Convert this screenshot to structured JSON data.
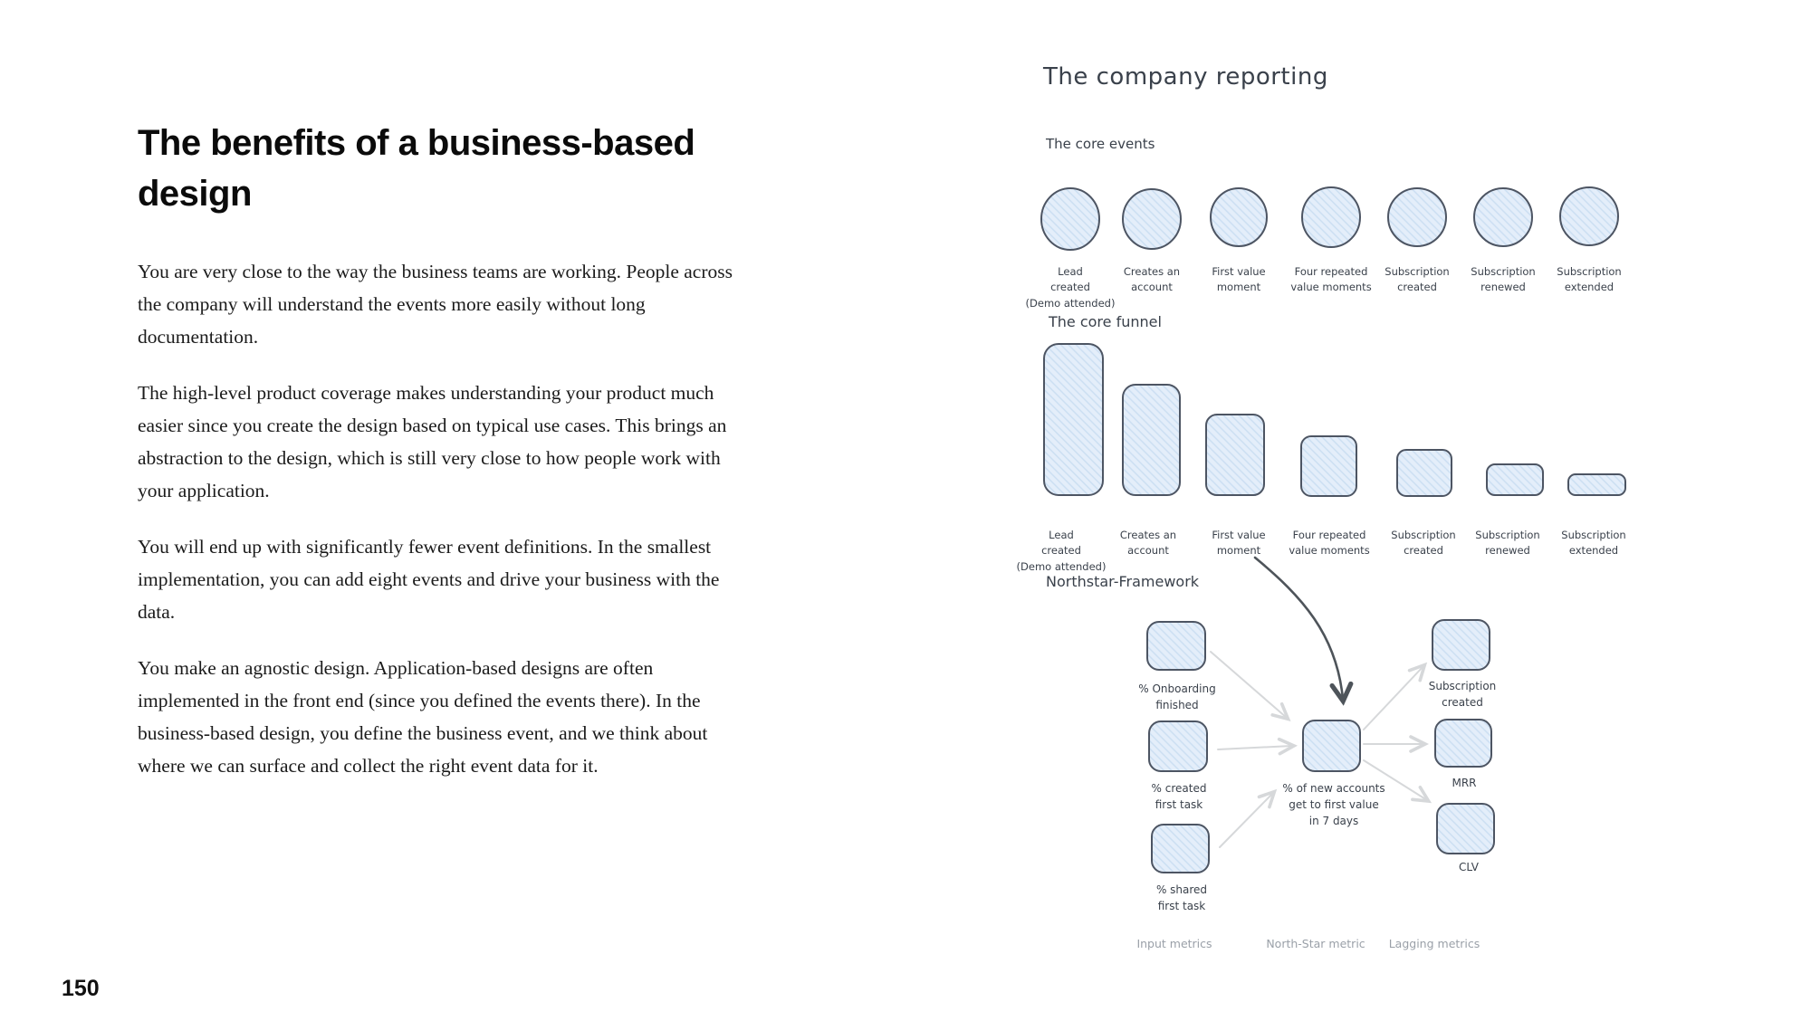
{
  "page": {
    "number": "150",
    "heading": "The benefits of a business-based design",
    "paragraphs": [
      "You are very close to the way the business teams are working. People across the company will understand the events more easily without long documentation.",
      "The high-level product coverage makes understanding your product much easier since you create the design based on typical use cases. This brings an abstraction to the design, which is still very close to how people work with your application.",
      "You will end up with significantly fewer event definitions. In the smallest implementation, you can add eight events and drive your business with the data.",
      "You make an agnostic design. Application-based designs are often implemented in the front end (since you defined the events there). In the business-based design, you define the business event, and we think about where we can surface and collect the right event data for it."
    ]
  },
  "diagram": {
    "title": "The company reporting",
    "core_events_label": "The core events",
    "core_funnel_label": "The core funnel",
    "northstar_label": "Northstar-Framework",
    "events": [
      {
        "label": "Lead\ncreated\n(Demo attended)"
      },
      {
        "label": "Creates an\naccount"
      },
      {
        "label": "First value\nmoment"
      },
      {
        "label": "Four repeated\nvalue moments"
      },
      {
        "label": "Subscription\ncreated"
      },
      {
        "label": "Subscription\nrenewed"
      },
      {
        "label": "Subscription\nextended"
      }
    ],
    "funnel": {
      "relative_bar_heights": [
        167,
        122,
        89,
        66,
        51,
        34,
        23
      ]
    },
    "framework": {
      "input_nodes": [
        {
          "label": "% Onboarding\nfinished"
        },
        {
          "label": "% created\nfirst task"
        },
        {
          "label": "% shared\nfirst task"
        }
      ],
      "center_node": {
        "label": "% of new accounts\nget to first value\nin 7 days"
      },
      "lagging_nodes": [
        {
          "label": "Subscription\ncreated"
        },
        {
          "label": "MRR"
        },
        {
          "label": "CLV"
        }
      ],
      "column_labels": [
        "Input metrics",
        "North-Star metric",
        "Lagging metrics"
      ]
    },
    "colors": {
      "node_fill": "#e4eefa",
      "node_hatch": "#cadef2",
      "node_stroke": "#4d5563",
      "handwriting": "#3a414b",
      "light_arrow": "#d6d8da",
      "dark_arrow": "#4e545a",
      "column_label_gray": "#9aa0a8"
    }
  }
}
